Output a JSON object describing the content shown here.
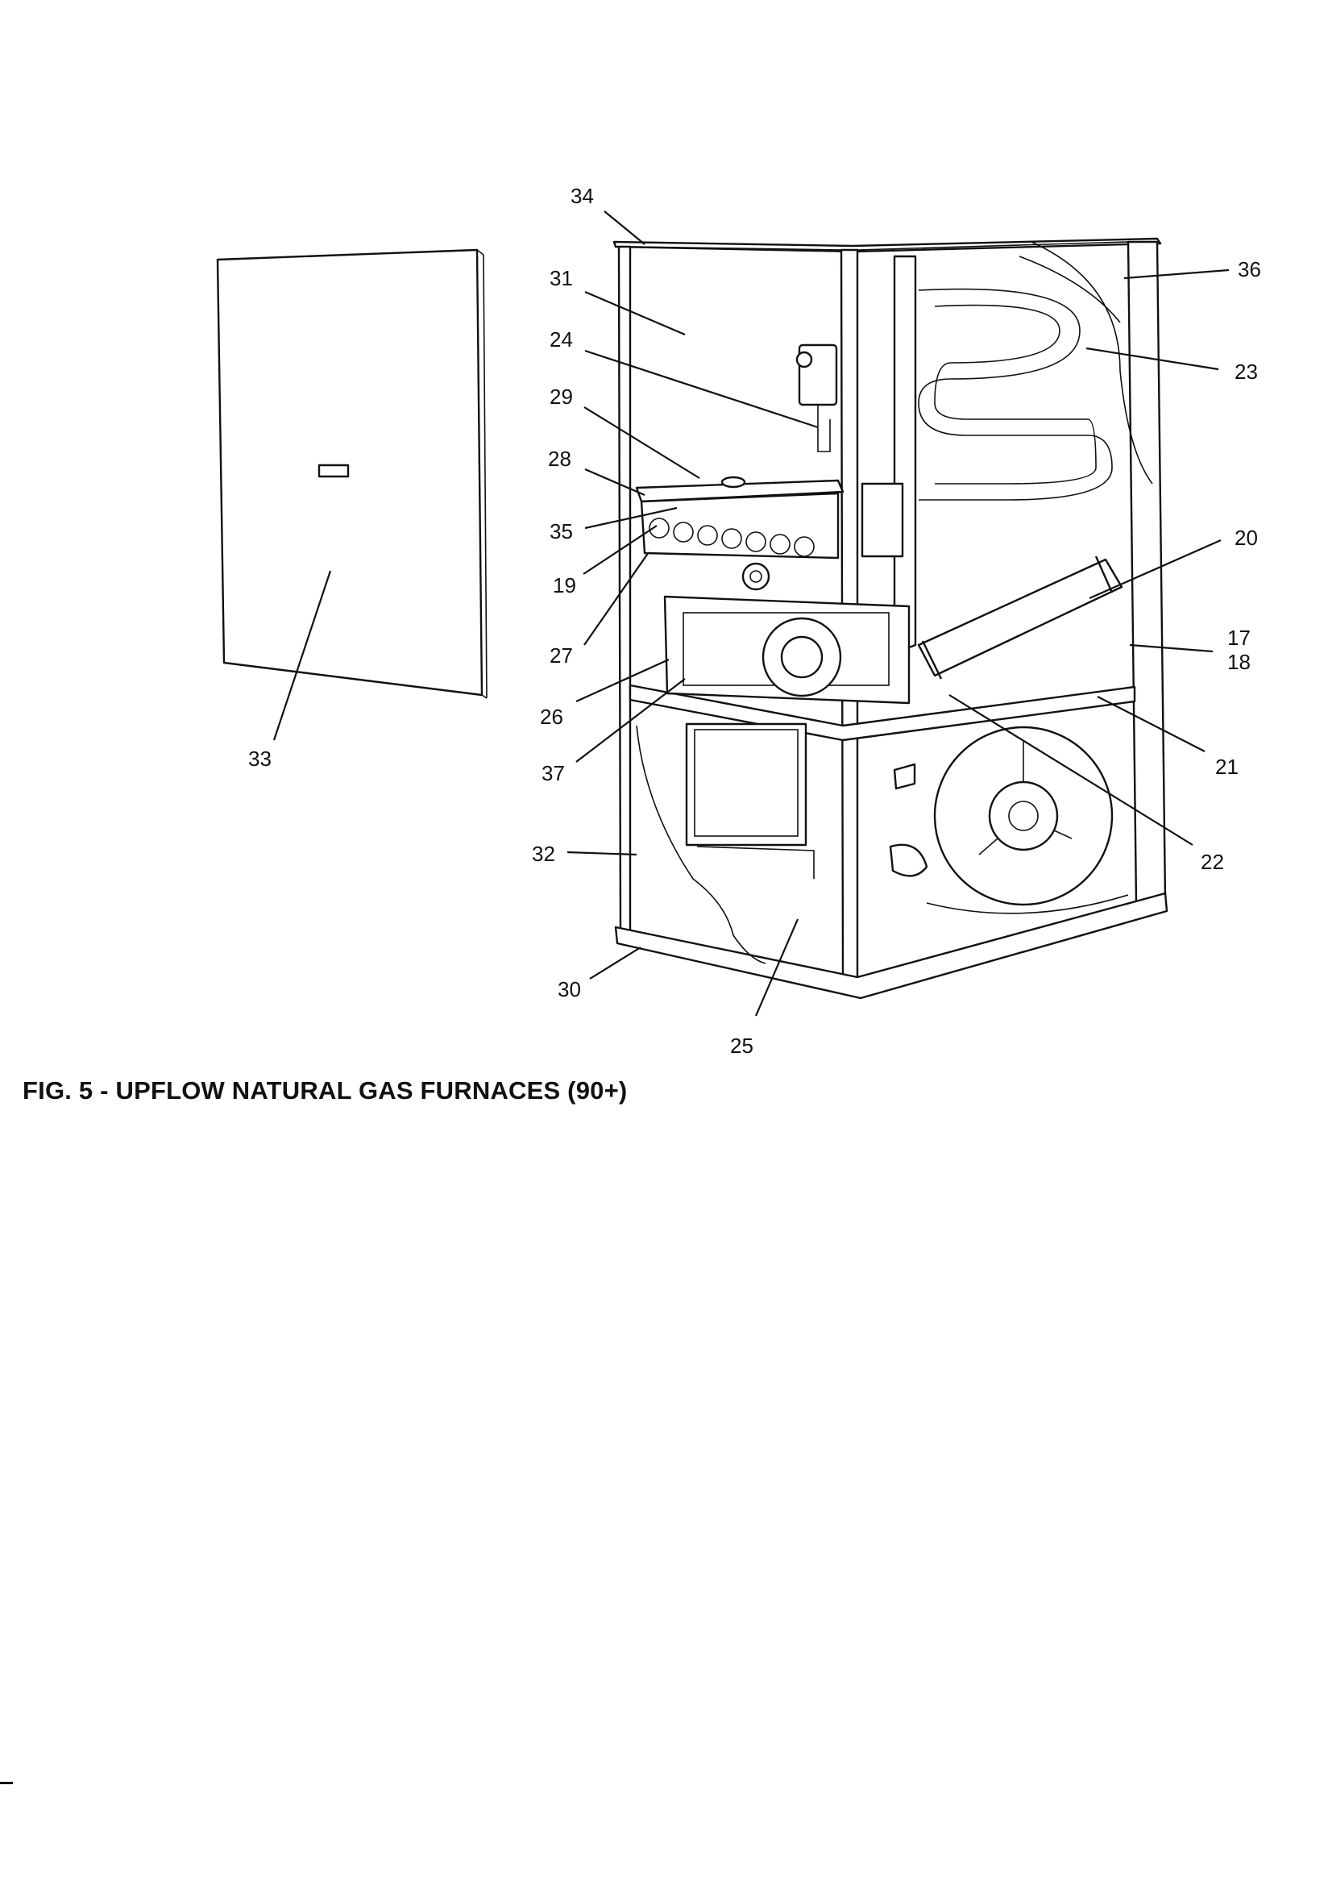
{
  "figure": {
    "caption": "FIG. 5 - UPFLOW NATURAL GAS FURNACES (90+)"
  },
  "callouts": [
    {
      "id": "34",
      "label": "34"
    },
    {
      "id": "31",
      "label": "31"
    },
    {
      "id": "24",
      "label": "24"
    },
    {
      "id": "29",
      "label": "29"
    },
    {
      "id": "28",
      "label": "28"
    },
    {
      "id": "35",
      "label": "35"
    },
    {
      "id": "19",
      "label": "19"
    },
    {
      "id": "27",
      "label": "27"
    },
    {
      "id": "26",
      "label": "26"
    },
    {
      "id": "37",
      "label": "37"
    },
    {
      "id": "32",
      "label": "32"
    },
    {
      "id": "30",
      "label": "30"
    },
    {
      "id": "25",
      "label": "25"
    },
    {
      "id": "33",
      "label": "33"
    },
    {
      "id": "36",
      "label": "36"
    },
    {
      "id": "23",
      "label": "23"
    },
    {
      "id": "20",
      "label": "20"
    },
    {
      "id": "17",
      "label": "17"
    },
    {
      "id": "18",
      "label": "18"
    },
    {
      "id": "21",
      "label": "21"
    },
    {
      "id": "22",
      "label": "22"
    }
  ]
}
